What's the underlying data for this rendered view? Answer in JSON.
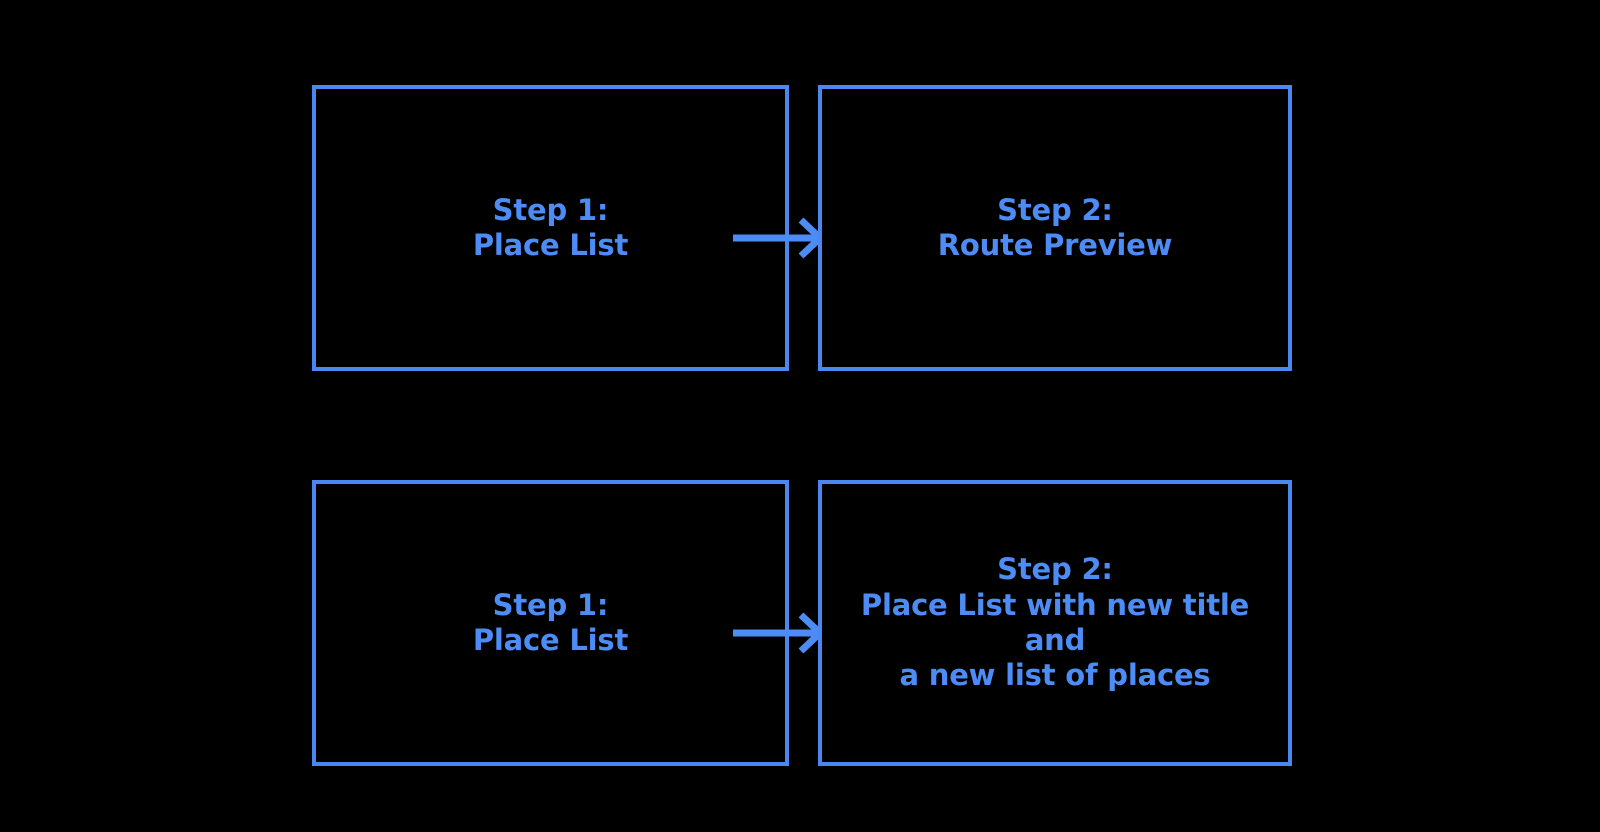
{
  "diagram": {
    "type": "flow",
    "background_color": "#000000",
    "accent_color": "#4d8bf5",
    "border_color": "#4a87ee",
    "rows": [
      {
        "name": "route-preview-flow",
        "from": {
          "label": "Step 1:\nPlace List",
          "title": "Step 1:",
          "subtitle": "Place List"
        },
        "connector": {
          "icon": "arrow-right-icon",
          "direction": "right"
        },
        "to": {
          "label": "Step 2:\nRoute Preview",
          "title": "Step 2:",
          "subtitle": "Route Preview"
        }
      },
      {
        "name": "new-list-flow",
        "from": {
          "label": "Step 1:\nPlace List",
          "title": "Step 1:",
          "subtitle": "Place List"
        },
        "connector": {
          "icon": "arrow-right-icon",
          "direction": "right"
        },
        "to": {
          "label": "Step 2:\nPlace List with new title and\na new list of places",
          "title": "Step 2:",
          "subtitle": "Place List with new title and a new list of places"
        }
      }
    ]
  }
}
